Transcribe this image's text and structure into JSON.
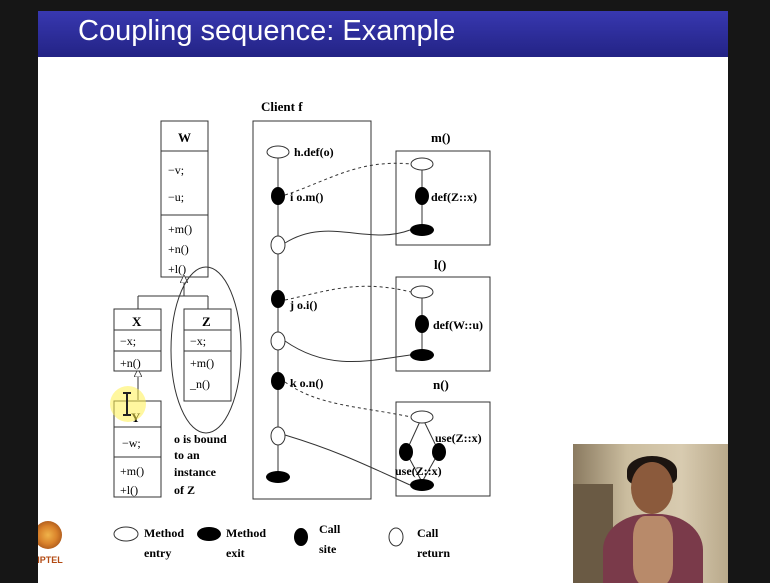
{
  "slide": {
    "title": "Coupling sequence: Example"
  },
  "diagram": {
    "classes": {
      "W": {
        "name": "W",
        "fields": [
          "−v;",
          "−u;"
        ],
        "methods": [
          "+m()",
          "+n()",
          "+l()"
        ]
      },
      "X": {
        "name": "X",
        "fields": [
          "−x;"
        ],
        "methods": [
          "+n()"
        ]
      },
      "Z": {
        "name": "Z",
        "fields": [
          "−x;"
        ],
        "methods": [
          "+m()",
          "_n()"
        ]
      },
      "Y": {
        "name": "Y",
        "fields": [
          "−w;"
        ],
        "methods": [
          "+m()",
          "+l()"
        ]
      }
    },
    "binding_note": [
      "o is bound",
      "to an",
      "instance",
      "of Z"
    ],
    "client": {
      "title": "Client f",
      "labels": [
        "h.def(o)",
        "i o.m()",
        "j o.i()",
        "k o.n()"
      ]
    },
    "methods": {
      "m": {
        "title": "m()",
        "label": "def(Z::x)"
      },
      "l": {
        "title": "l()",
        "label": "def(W::u)"
      },
      "n": {
        "title": "n()",
        "labels": [
          "use(Z::x)",
          "use(Z::x)"
        ]
      }
    },
    "legend": [
      {
        "text": [
          "Method",
          "entry"
        ],
        "symbol": "method-entry"
      },
      {
        "text": [
          "Method",
          "exit"
        ],
        "symbol": "method-exit"
      },
      {
        "text": [
          "Call",
          "site"
        ],
        "symbol": "call-site"
      },
      {
        "text": [
          "Call",
          "return"
        ],
        "symbol": "call-return"
      }
    ]
  },
  "branding": {
    "logo_text": "NPTEL"
  }
}
